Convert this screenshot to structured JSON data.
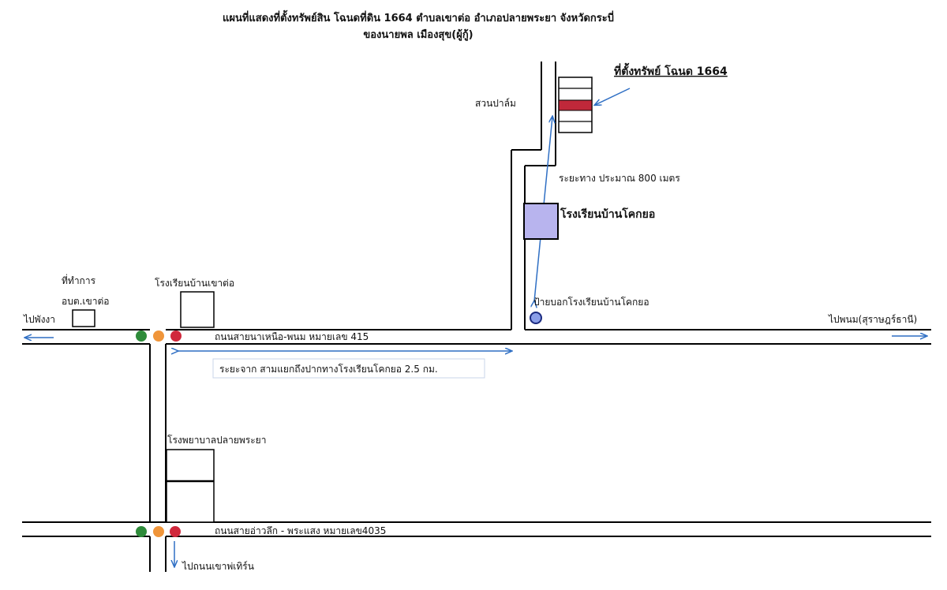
{
  "title": {
    "line1": "แผนที่แสดงที่ตั้งทรัพย์สิน โฉนดที่ดิน 1664  ตำบลเขาต่อ  อำเภอปลายพระยา  จังหวัดกระบี่",
    "line2": "ของนายพล  เมืองสุข(ผู้กู้)"
  },
  "labels": {
    "property_location": "ที่ตั้งทรัพย์ โฉนด 1664",
    "palm_garden": "สวนปาล์ม",
    "distance_800": "ระยะทาง ประมาณ 800 เมตร",
    "khok_yo_school": "โรงเรียนบ้านโคกยอ",
    "khok_yo_sign": "ป้ายบอกโรงเรียนบ้านโคกยอ",
    "to_phanom": "ไปพนม(สุราษฎร์ธานี)",
    "to_phangnga": "ไปพังงา",
    "office_line1": "ที่ทำการ",
    "office_line2": "อบต.เขาต่อ",
    "khao_to_school": "โรงเรียนบ้านเขาต่อ",
    "road_415": "ถนนสายนาเหนือ-พนม หมายเลข 415",
    "distance_25": "ระยะจาก สามแยกถึงปากทางโรงเรียนโคกยอ 2.5 กม.",
    "hospital": "โรงพยาบาลปลายพระยา",
    "road_4035": "ถนนสายอ่าวลึก - พระแสง หมายเลข4035",
    "to_khao_than": "ไปถนนเขาพ่เทิร์น"
  },
  "colors": {
    "traffic_green": "#2e8b3a",
    "traffic_orange": "#f0953a",
    "traffic_red": "#d0283c",
    "property_red": "#c0283a",
    "school_fill": "#b8b4ee",
    "sign_fill": "#8a9ee8",
    "arrow_blue": "#2f6fc4"
  },
  "icons": {
    "traffic_light": "traffic-light-icon",
    "sign_marker": "sign-marker-icon"
  }
}
